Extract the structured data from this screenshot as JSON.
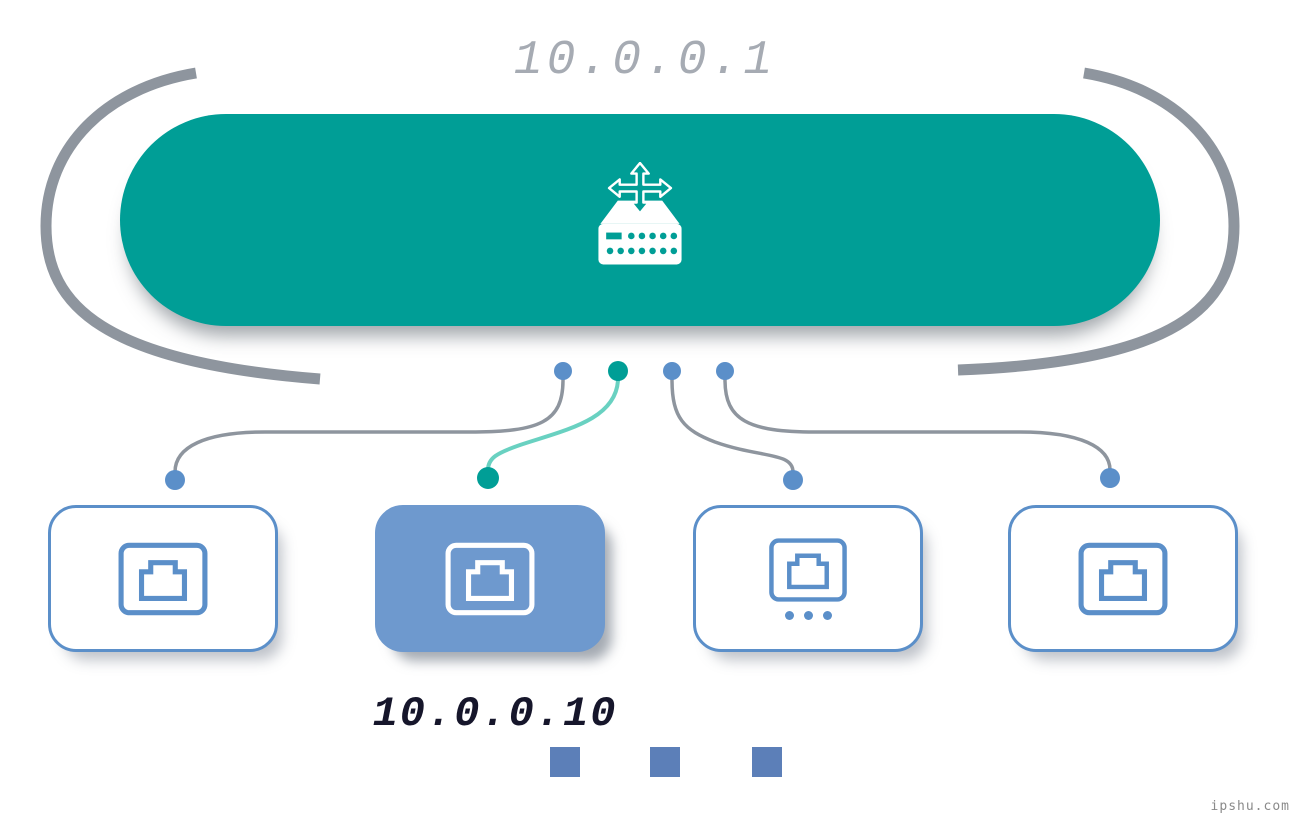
{
  "diagram": {
    "router": {
      "ip_label": "10.0.0.1",
      "icon": "network-switch-icon"
    },
    "host": {
      "ip_label": "10.0.0.10"
    },
    "ports": [
      {
        "id": 1,
        "state": "normal",
        "connector": "gray",
        "icon": "ethernet-port-icon"
      },
      {
        "id": 2,
        "state": "active",
        "connector": "teal",
        "icon": "ethernet-port-icon"
      },
      {
        "id": 3,
        "state": "normal",
        "connector": "gray",
        "icon": "ethernet-port-icon",
        "has_ellipsis": true
      },
      {
        "id": 4,
        "state": "normal",
        "connector": "gray",
        "icon": "ethernet-port-icon"
      }
    ],
    "watermark": "ipshu.com",
    "colors": {
      "teal": "#009E96",
      "teal_light": "#69D1C1",
      "blue": "#5B8FC9",
      "blue_fill": "#6E99CE",
      "gray_line": "#8E959E",
      "title_gray": "#A6ABB3",
      "dark_text": "#16162B",
      "square_blue": "#5C7FB8"
    }
  }
}
